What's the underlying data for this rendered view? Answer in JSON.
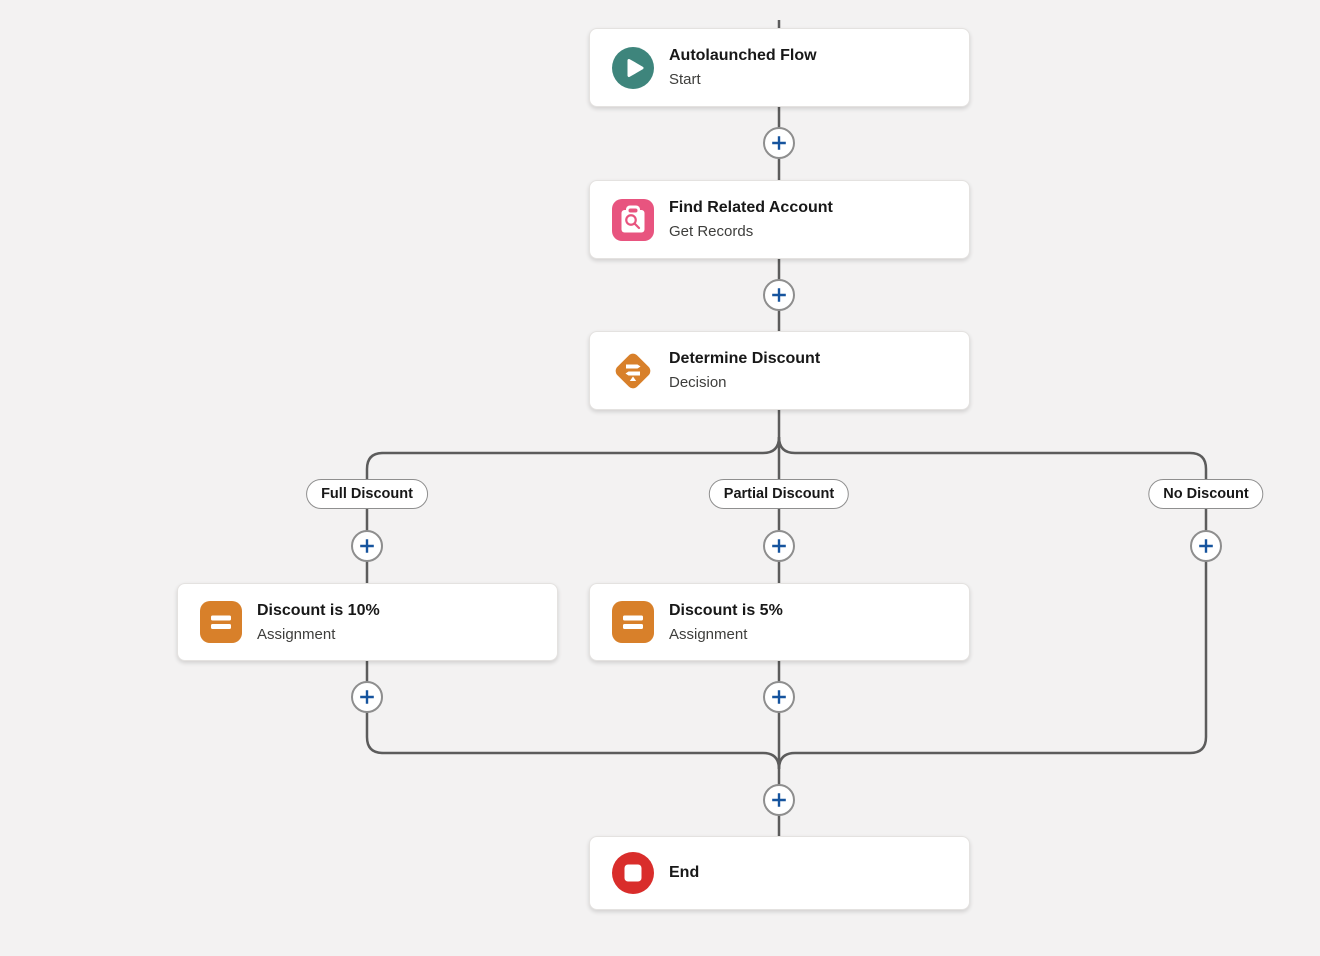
{
  "canvas": {
    "background_color": "#f3f2f2",
    "line_color": "#5c5c5c",
    "add_button_color": "#16549e"
  },
  "nodes": [
    {
      "title": "Autolaunched Flow",
      "subtitle": "Start",
      "icon": "play-icon",
      "icon_color": "#3e857c"
    },
    {
      "title": "Find Related Account",
      "subtitle": "Get Records",
      "icon": "get-records-icon",
      "icon_color": "#e8547f"
    },
    {
      "title": "Determine Discount",
      "subtitle": "Decision",
      "icon": "decision-icon",
      "icon_color": "#d8802a"
    },
    {
      "title": "Discount is 10%",
      "subtitle": "Assignment",
      "icon": "assignment-icon",
      "icon_color": "#d8802a"
    },
    {
      "title": "Discount is 5%",
      "subtitle": "Assignment",
      "icon": "assignment-icon",
      "icon_color": "#d8802a"
    },
    {
      "title": "End",
      "icon": "end-icon",
      "icon_color": "#d92d2b"
    }
  ],
  "branch_labels": [
    {
      "label": "Full Discount"
    },
    {
      "label": "Partial Discount"
    },
    {
      "label": "No Discount"
    }
  ]
}
